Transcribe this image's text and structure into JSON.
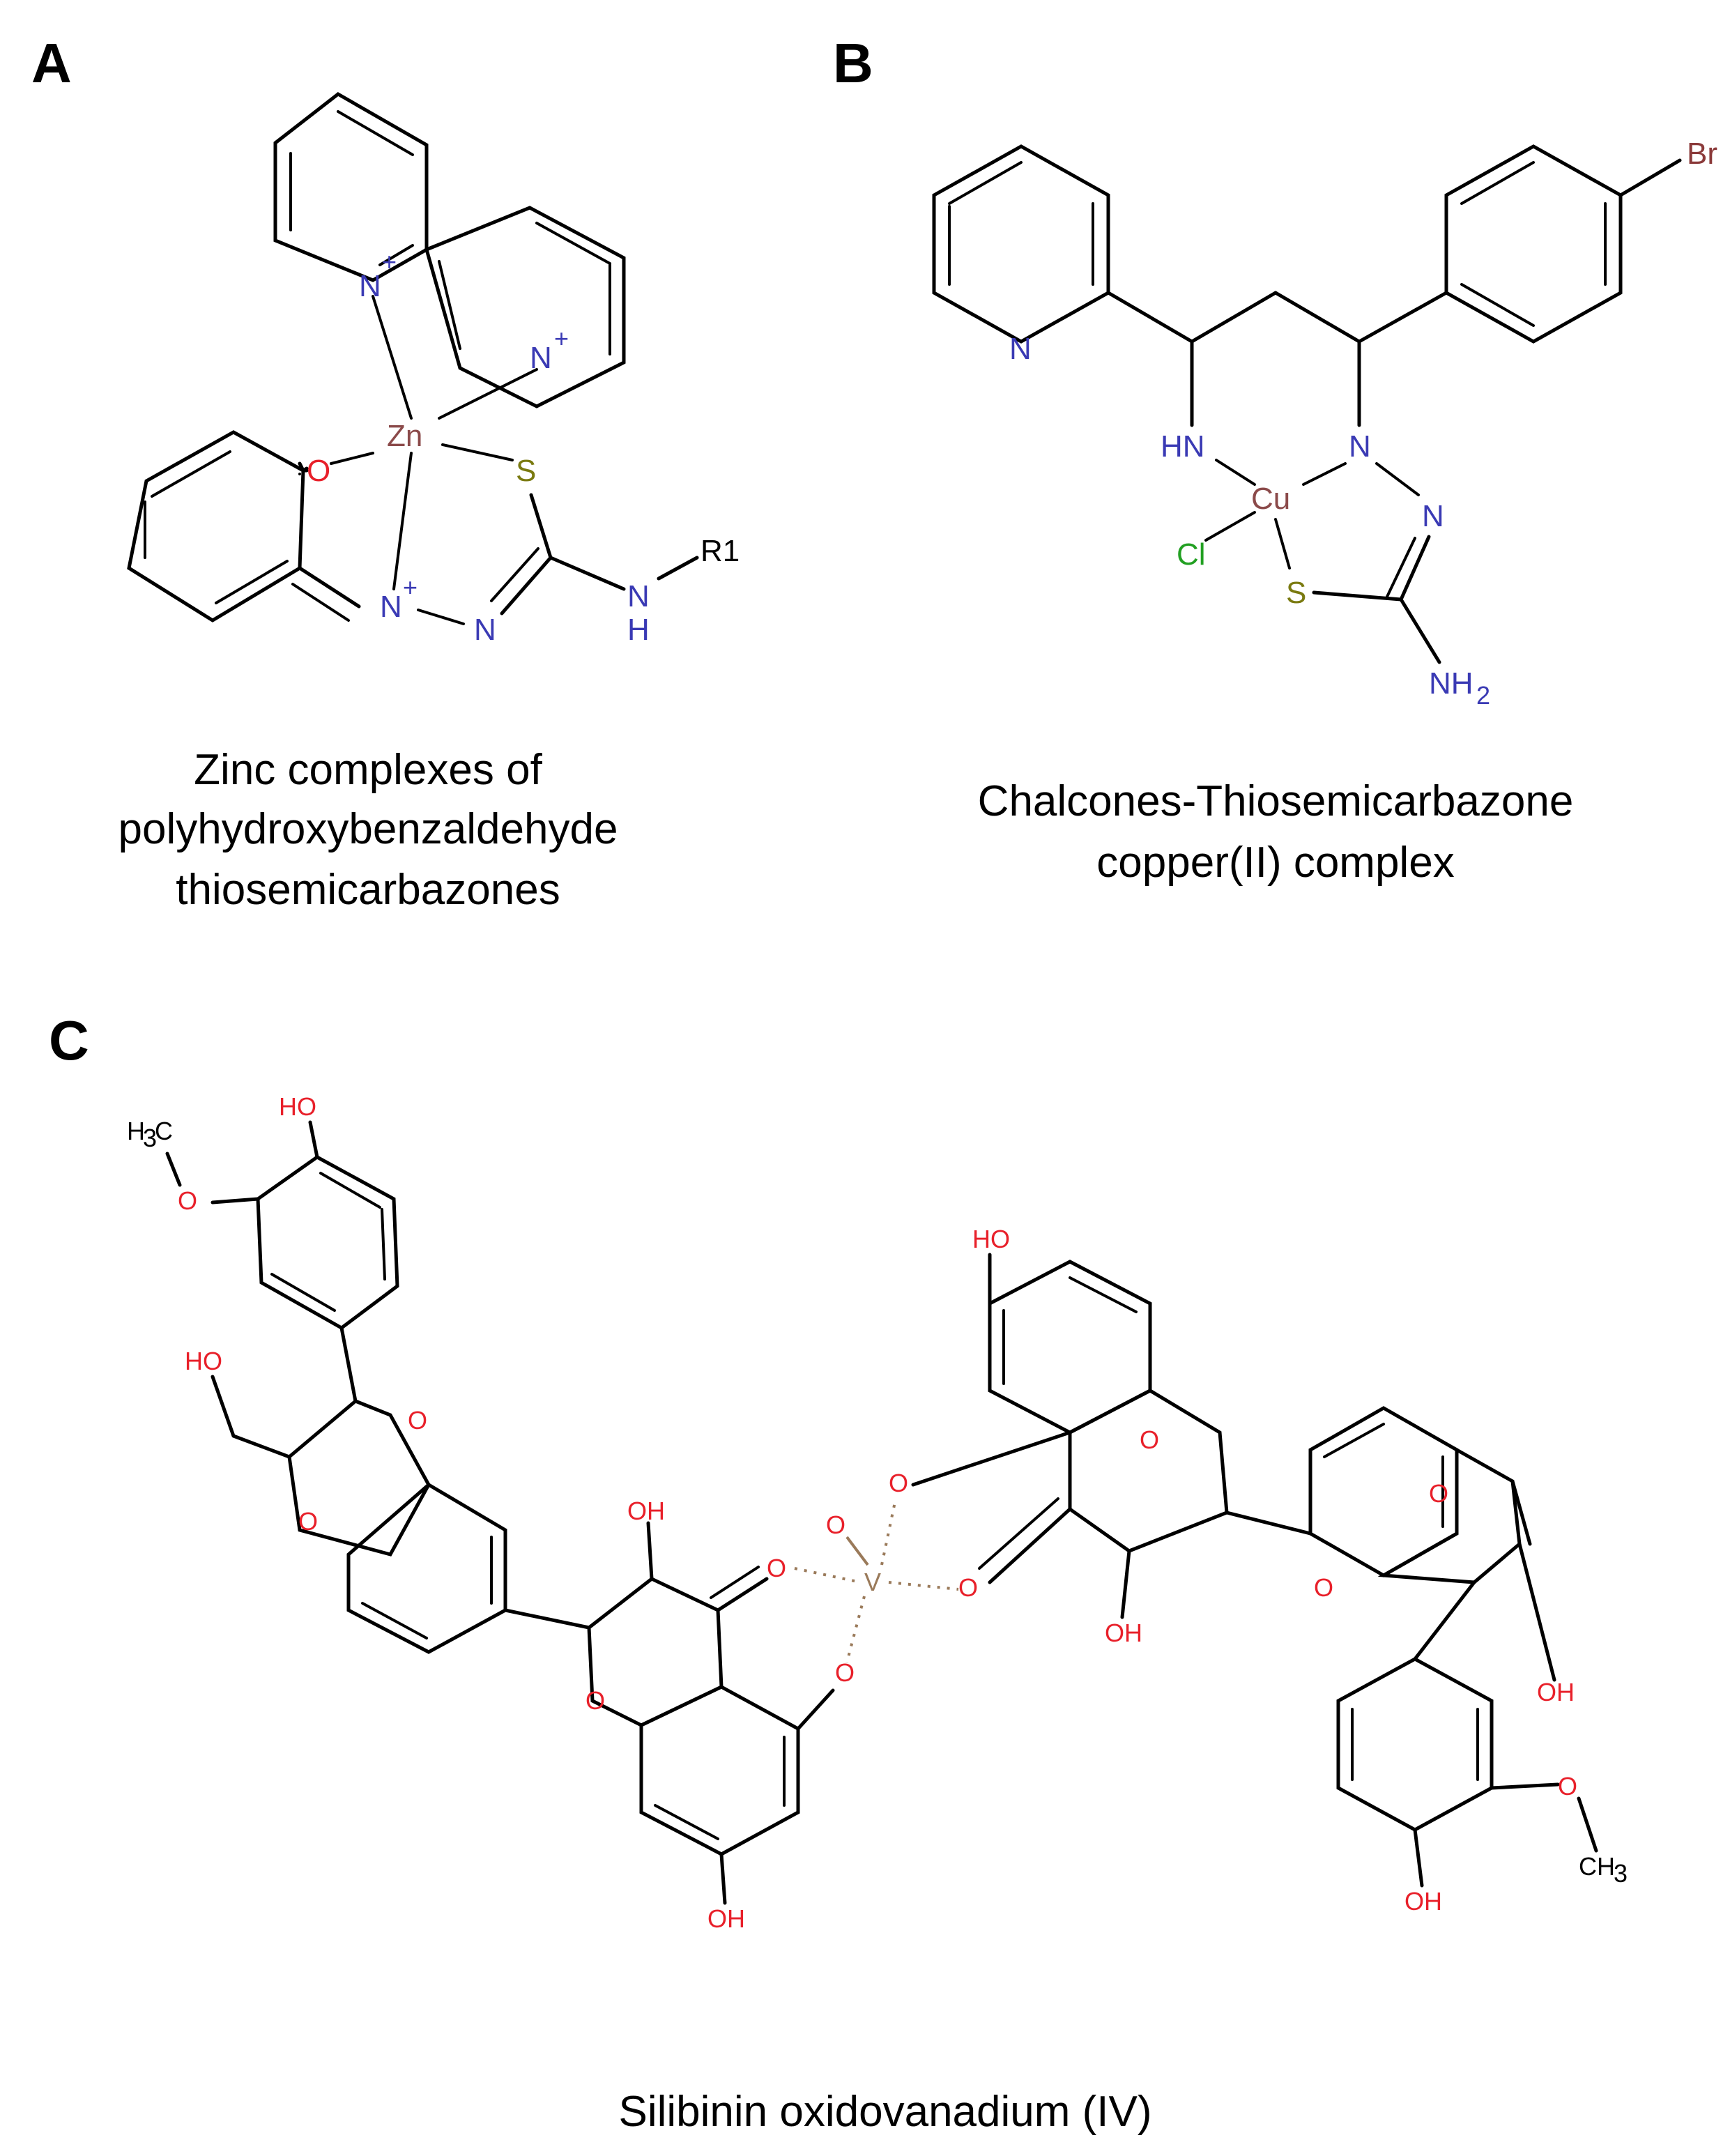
{
  "panels": {
    "a": {
      "letter": "A",
      "caption": [
        "Zinc complexes of",
        "polyhydroxybenzaldehyde",
        "thiosemicarbazones"
      ],
      "atoms": {
        "n1": "N",
        "n2": "N",
        "zn": "Zn",
        "o": "O",
        "s": "S",
        "n3": "N",
        "n4": "N",
        "nh": "N",
        "h": "H",
        "r1": "R1",
        "plus": "+"
      }
    },
    "b": {
      "letter": "B",
      "caption": [
        "Chalcones-Thiosemicarbazone",
        "copper(II) complex"
      ],
      "atoms": {
        "npy": "N",
        "br": "Br",
        "hn": "HN",
        "n1": "N",
        "cu": "Cu",
        "n2": "N",
        "cl": "Cl",
        "s": "S",
        "nh2": "NH",
        "sub2": "2"
      }
    },
    "c": {
      "letter": "C",
      "caption": "Silibinin oxidovanadium (IV)",
      "atoms": {
        "ho": "HO",
        "h3c": "H",
        "h3c_sub": "3",
        "h3c_c": "C",
        "o": "O",
        "oh": "OH",
        "v": "V",
        "ch3": "CH",
        "ch3_sub": "3"
      }
    }
  },
  "colors": {
    "bond": "#000000",
    "nitrogen": "#3a3ab4",
    "oxygen": "#e8202a",
    "sulfur": "#7a7a10",
    "metal": "#8b4a4a",
    "chlorine": "#22a022",
    "bromine": "#8b3a3a",
    "vanadium": "#9a7a5a"
  }
}
